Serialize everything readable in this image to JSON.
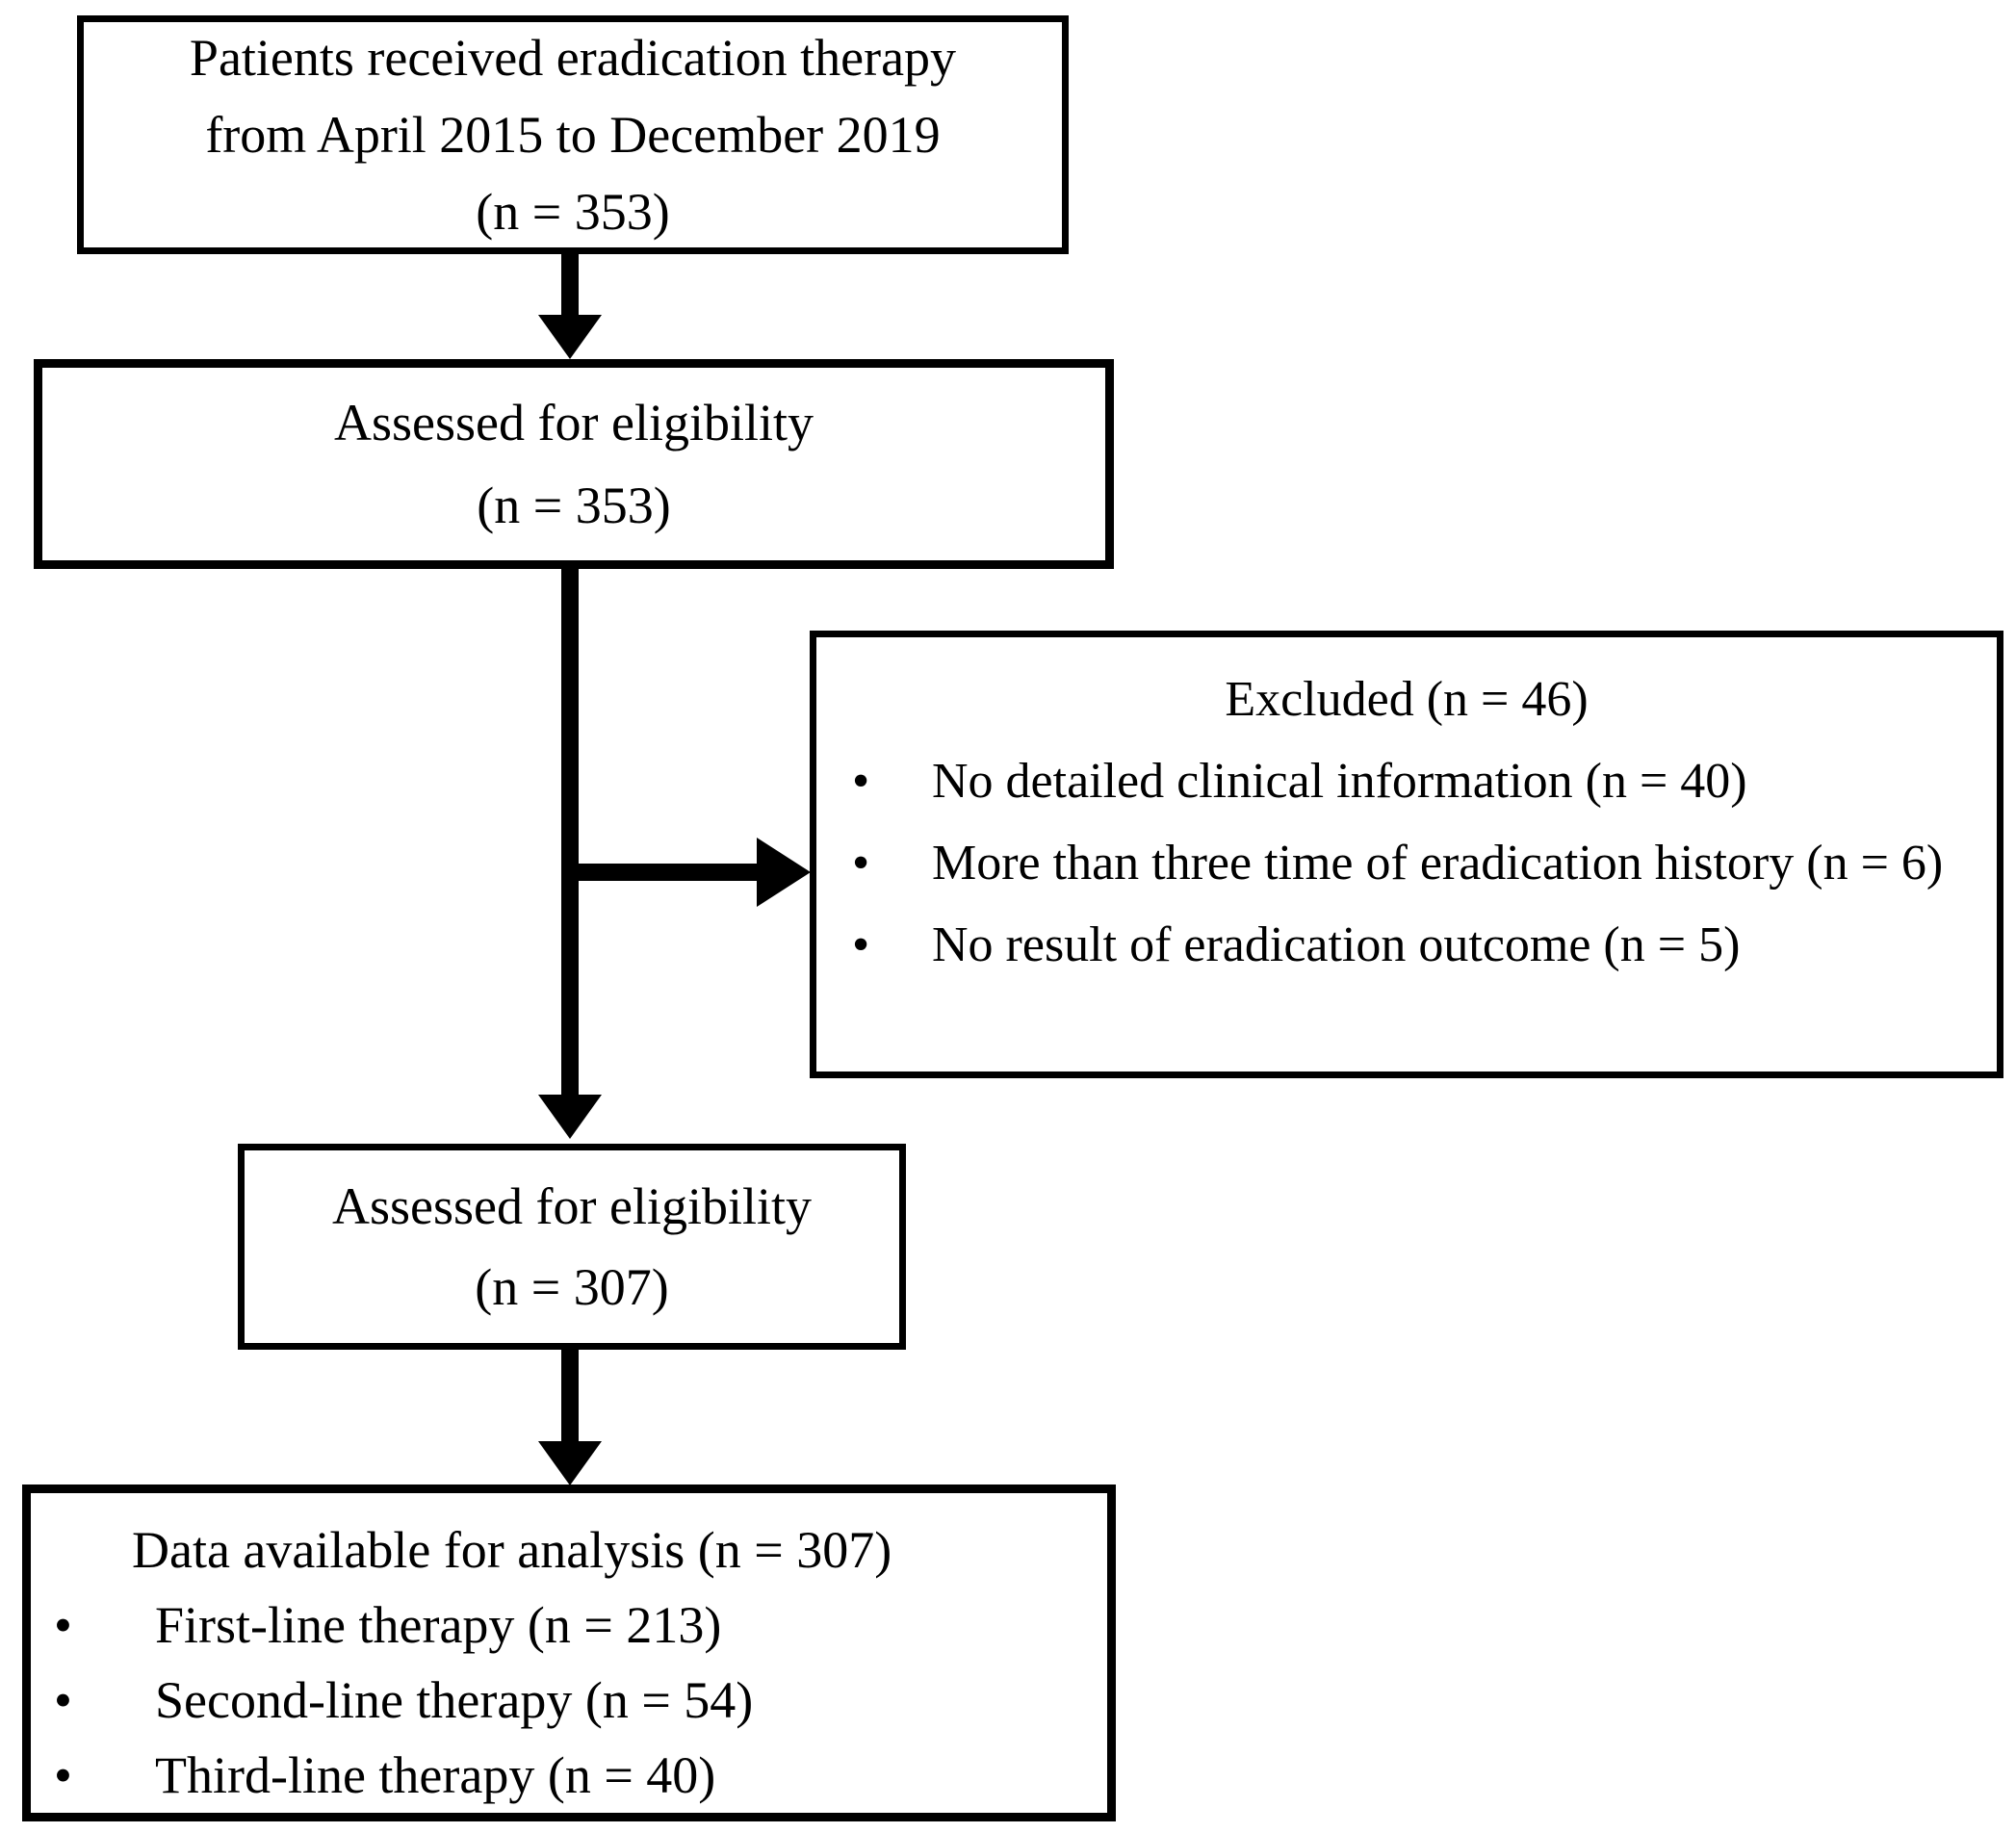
{
  "figure": {
    "type": "patient-flow-diagram",
    "colors": {
      "background": "#ffffff",
      "border": "#000000",
      "text": "#000000"
    },
    "bullet_glyph": "•",
    "boxes": {
      "top": {
        "lines": [
          "Patients received eradication therapy",
          "from April 2015 to December 2019",
          "(n = 353)"
        ]
      },
      "assessed1": {
        "lines": [
          "Assessed for eligibility",
          "(n = 353)"
        ]
      },
      "excluded": {
        "title": "Excluded (n = 46)",
        "bullets": [
          "No detailed clinical information (n = 40)",
          "More than three time of eradication history (n = 6)",
          "No result of eradication outcome (n = 5)"
        ]
      },
      "assessed2": {
        "lines": [
          "Assessed for eligibility",
          "(n = 307)"
        ]
      },
      "analysis": {
        "title": "Data available for analysis (n = 307)",
        "bullets": [
          "First-line therapy (n = 213)",
          "Second-line therapy (n = 54)",
          "Third-line therapy (n = 40)"
        ]
      }
    }
  }
}
